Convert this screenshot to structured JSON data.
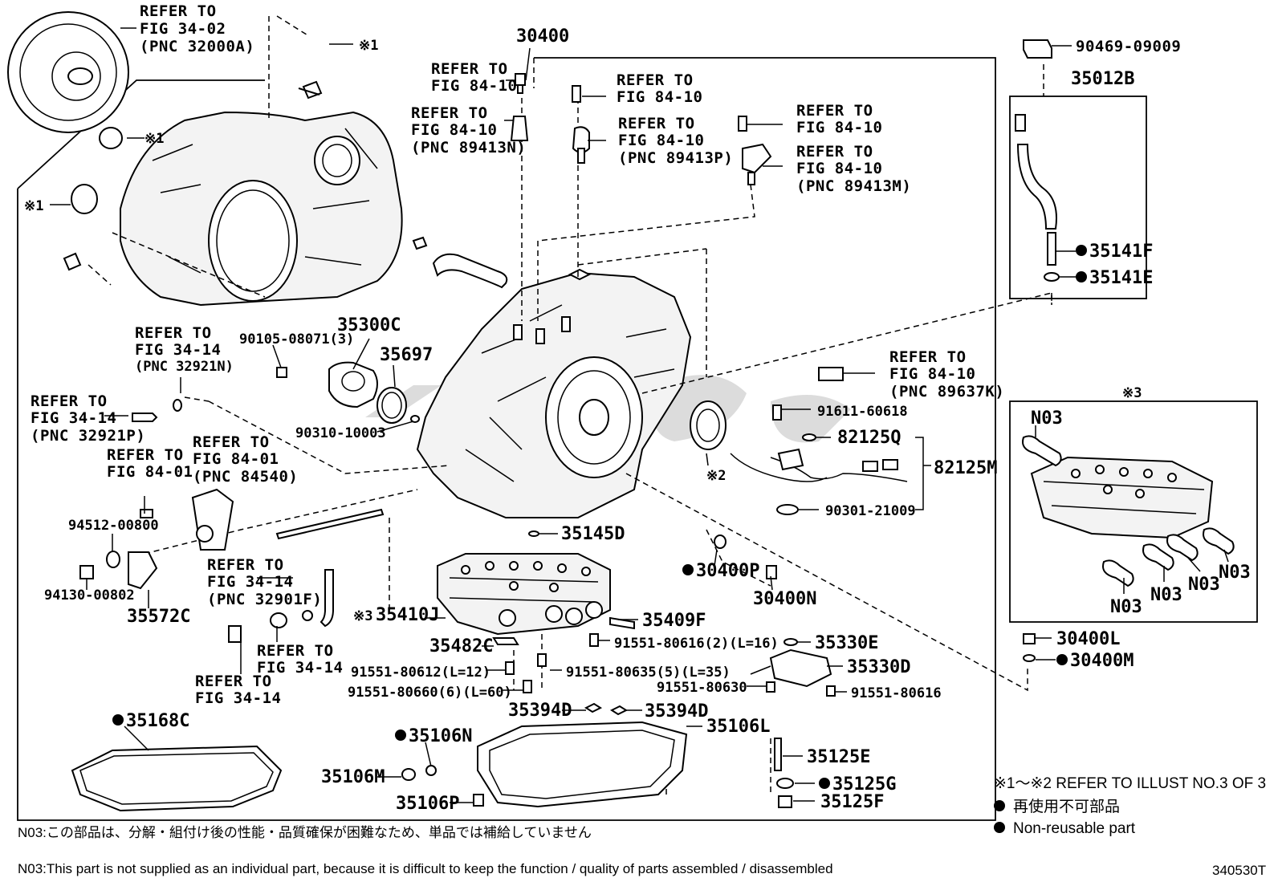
{
  "refs": {
    "torque_converter": [
      "REFER TO",
      "FIG 34-02",
      "(PNC 32000A)"
    ],
    "sensor_a": [
      "REFER TO",
      "FIG 84-10"
    ],
    "sensor_b": [
      "REFER TO",
      "FIG 84-10",
      "(PNC 89413N)"
    ],
    "sensor_c": [
      "REFER TO",
      "FIG 84-10"
    ],
    "sensor_d": [
      "REFER TO",
      "FIG 84-10",
      "(PNC 89413P)"
    ],
    "sensor_e": [
      "REFER TO",
      "FIG 84-10"
    ],
    "sensor_f": [
      "REFER TO",
      "FIG 84-10",
      "(PNC 89413M)"
    ],
    "oring_32921n": [
      "REFER TO",
      "FIG 34-14",
      "(PNC 32921N)"
    ],
    "plug_32921p": [
      "REFER TO",
      "FIG 34-14",
      "(PNC 32921P)"
    ],
    "bolt_84_01": [
      "REFER TO",
      "FIG 84-01"
    ],
    "switch_84540": [
      "REFER TO",
      "FIG 84-01",
      "(PNC 84540)"
    ],
    "pipe_32901f": [
      "REFER TO",
      "FIG 34-14",
      "(PNC 32901F)"
    ],
    "plug_34_14_a": [
      "REFER TO",
      "FIG 34-14"
    ],
    "plug_34_14_b": [
      "REFER TO",
      "FIG 34-14"
    ],
    "sensor_89637k": [
      "REFER TO",
      "FIG 84-10",
      "(PNC 89637K)"
    ]
  },
  "parts": {
    "p30400": "30400",
    "p35012b": "35012B",
    "p90469": "90469-09009",
    "p35141f": "35141F",
    "p35141e": "35141E",
    "p35300c": "35300C",
    "p35697": "35697",
    "p90105": "90105-08071(3)",
    "p90310": "90310-10003",
    "p91611": "91611-60618",
    "p82125q": "82125Q",
    "p82125m": "82125M",
    "p90301": "90301-21009",
    "p94512": "94512-00800",
    "p94130": "94130-00802",
    "p35572c": "35572C",
    "p35145d": "35145D",
    "p30400p": "30400P",
    "p30400n": "30400N",
    "p35410j": "35410J",
    "p35409f": "35409F",
    "p35482c": "35482C",
    "p91551_80616_2": "91551-80616(2)(L=16)",
    "p91551_80612": "91551-80612(L=12)",
    "p91551_80635": "91551-80635(5)(L=35)",
    "p91551_80660": "91551-80660(6)(L=60)",
    "p35330e": "35330E",
    "p35330d": "35330D",
    "p91551_80630": "91551-80630",
    "p91551_80616": "91551-80616",
    "p35394d_a": "35394D",
    "p35394d_b": "35394D",
    "p35168c": "35168C",
    "p35106n": "35106N",
    "p35106l": "35106L",
    "p35106m": "35106M",
    "p35106p": "35106P",
    "p35125e": "35125E",
    "p35125g": "35125G",
    "p35125f": "35125F",
    "p30400l": "30400L",
    "p30400m": "30400M",
    "n03": "N03"
  },
  "marks": {
    "k1": "※1",
    "k2": "※2",
    "k3": "※3"
  },
  "legend": {
    "refer_illust": "※1～※2 REFER TO ILLUST NO.3 OF 3",
    "jp_nonreuse": "再使用不可部品",
    "en_nonreuse": "Non-reusable part"
  },
  "notes": {
    "jp": "N03:この部品は、分解・組付け後の性能・品質確保が困難なため、単品では補給していません",
    "en": "N03:This part is not supplied as an individual part, because it is difficult to keep the function / quality of parts assembled / disassembled"
  },
  "figure_id": "340530T"
}
